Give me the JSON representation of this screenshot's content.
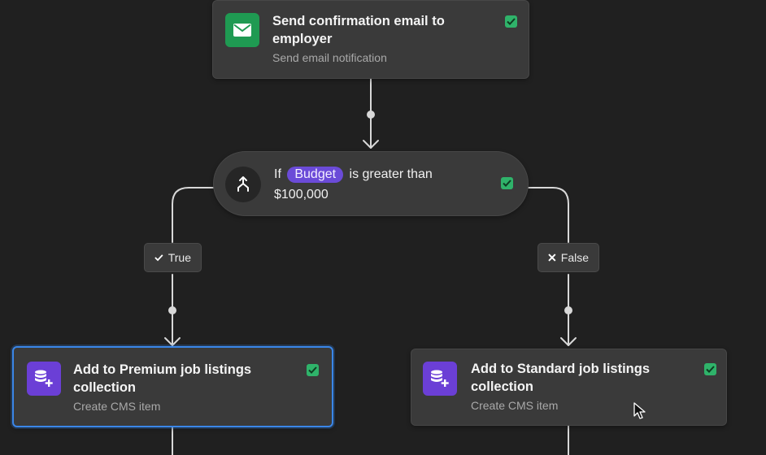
{
  "nodes": {
    "email": {
      "title": "Send confirmation email to employer",
      "subtitle": "Send email notification",
      "icon": "mail-icon",
      "icon_color": "#1f9a52",
      "checked": true
    },
    "condition": {
      "prefix": "If",
      "variable": "Budget",
      "suffix": "is greater than",
      "value": "$100,000",
      "icon": "branch-icon",
      "checked": true
    },
    "premium": {
      "title": "Add to Premium job listings collection",
      "subtitle": "Create CMS item",
      "icon": "database-add-icon",
      "icon_color": "#6b3fd6",
      "checked": true,
      "selected": true
    },
    "standard": {
      "title": "Add to Standard job listings collection",
      "subtitle": "Create CMS item",
      "icon": "database-add-icon",
      "icon_color": "#6b3fd6",
      "checked": true,
      "selected": false
    }
  },
  "branches": {
    "true_label": "True",
    "false_label": "False"
  },
  "colors": {
    "background": "#202020",
    "node": "#3a3a3a",
    "check": "#2fb36a",
    "chip": "#6b4bd8",
    "selection": "#3a86e8",
    "connector": "#d8d8d8"
  }
}
